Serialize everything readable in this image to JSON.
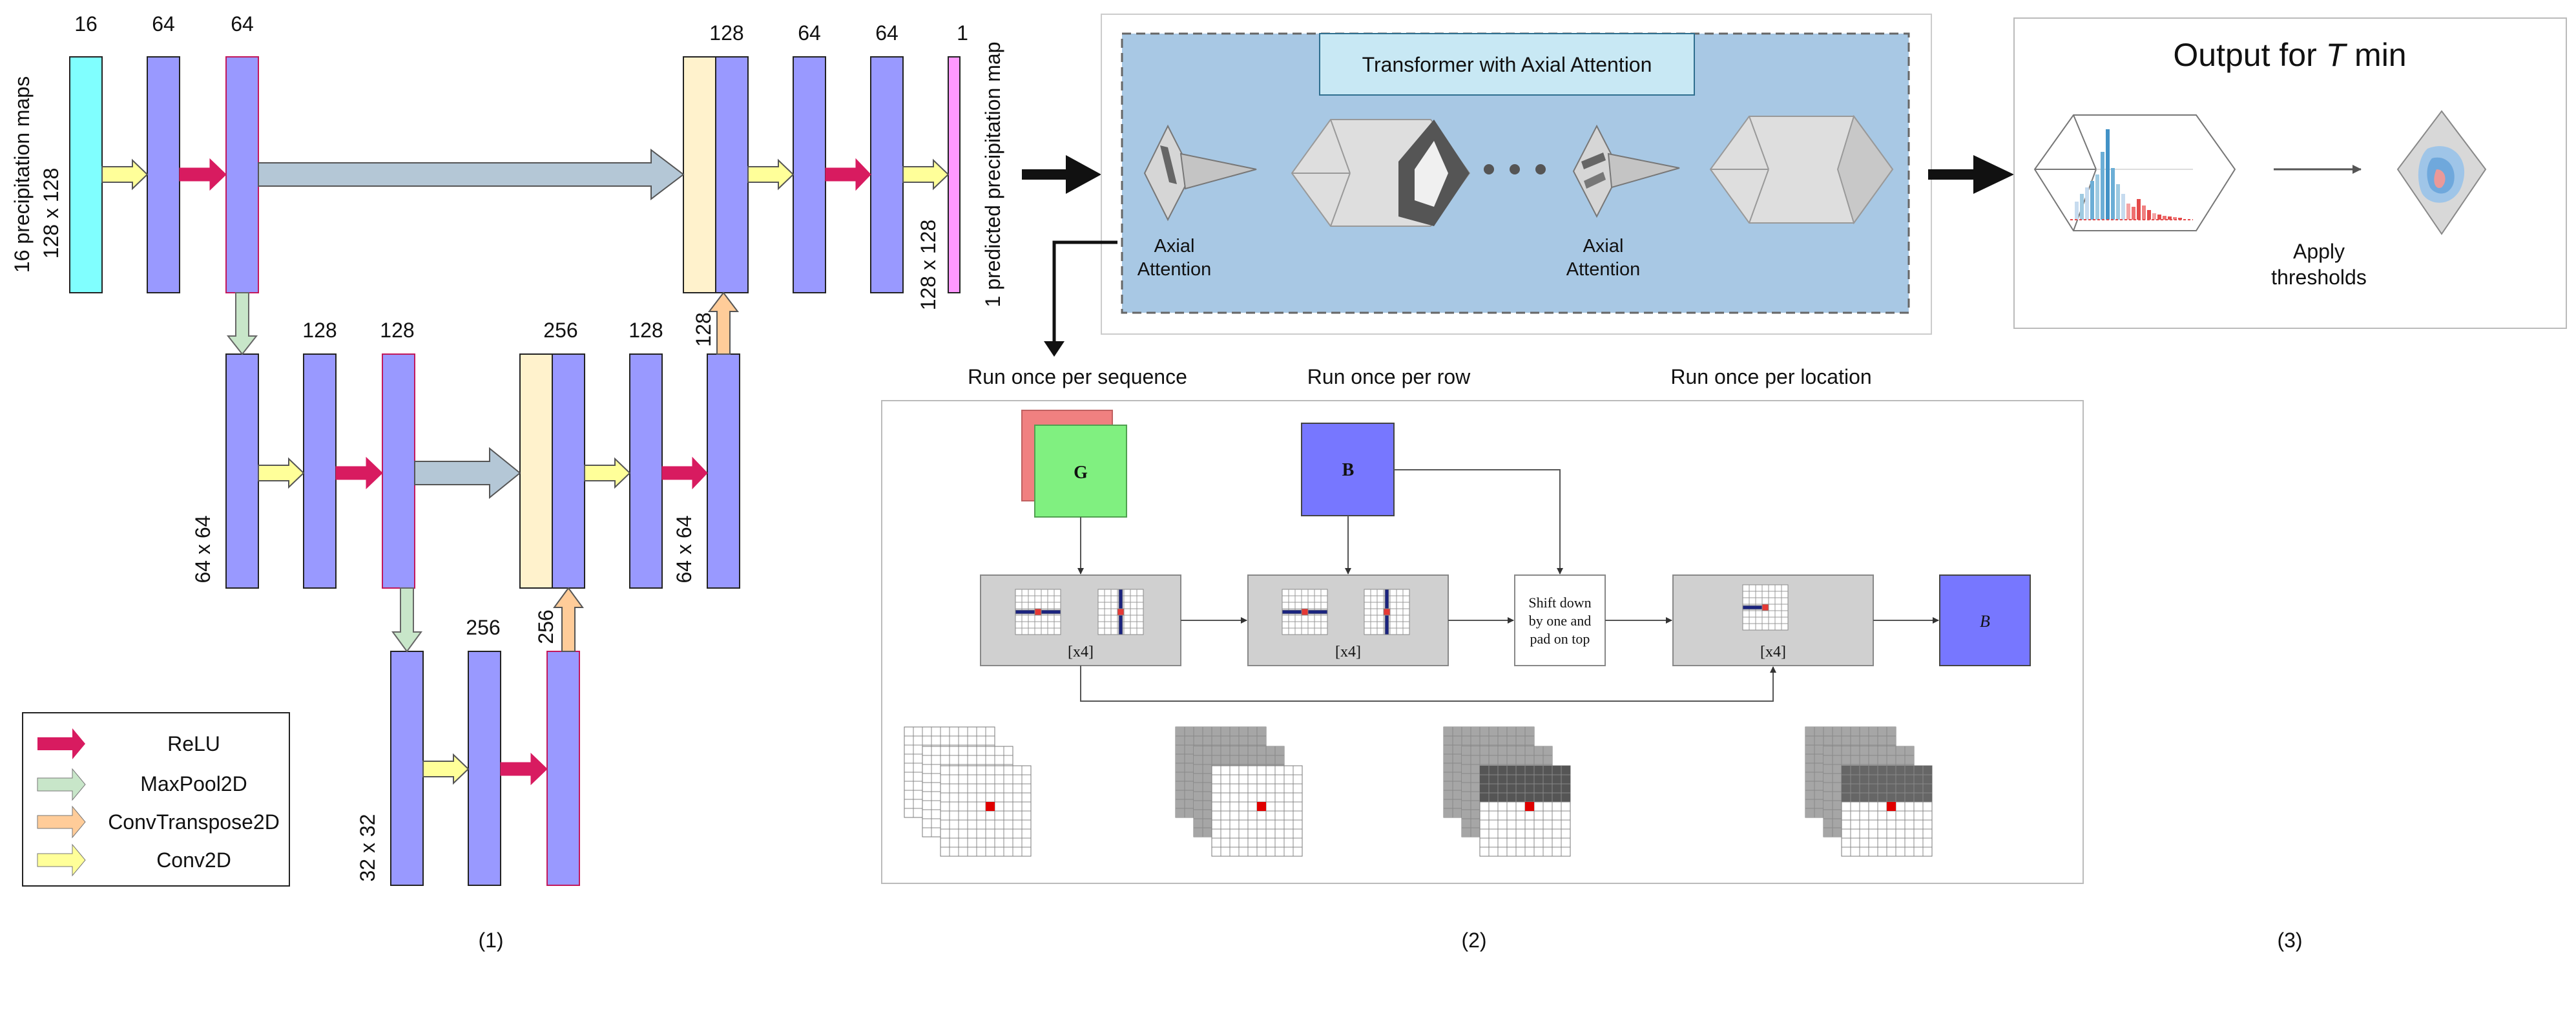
{
  "unet": {
    "top_row_channels": [
      "16",
      "64",
      "64",
      "128",
      "64",
      "64",
      "1"
    ],
    "mid_row_channels": [
      "128",
      "128",
      "256",
      "128"
    ],
    "mid_up_channel": "128",
    "bottom_row_channels": [
      "256"
    ],
    "bottom_up_channel": "256",
    "input_label_line1": "16 precipitation  maps",
    "input_label_line2": "128 x 128",
    "output_label_line1": "1 predicted precipitation  map",
    "output_label_line2": "128 x 128",
    "mid_res_left": "64 x 64",
    "mid_res_right": "64 x 64",
    "bottom_res": "32 x 32",
    "caption": "(1)"
  },
  "legend": {
    "items": [
      {
        "label": "ReLU",
        "color": "#d81b60"
      },
      {
        "label": "MaxPool2D",
        "color": "#c8e6c9"
      },
      {
        "label": "ConvTranspose2D",
        "color": "#ffcc99"
      },
      {
        "label": "Conv2D",
        "color": "#ffff99"
      }
    ]
  },
  "transformer": {
    "title": "Transformer with Axial Attention",
    "axial_left_line1": "Axial",
    "axial_left_line2": "Attention",
    "axial_right_line1": "Axial",
    "axial_right_line2": "Attention",
    "caption": "(2)"
  },
  "axial_detail": {
    "header_sequence": "Run once per sequence",
    "header_row": "Run once per row",
    "header_location": "Run once per location",
    "g_label": "G",
    "b_label": "B",
    "b_out_label": "B",
    "repeat_1": "[x4]",
    "repeat_2": "[x4]",
    "repeat_3": "[x4]",
    "shift_line1": "Shift down",
    "shift_line2": "by one and",
    "shift_line3": "pad on top"
  },
  "output": {
    "title_prefix": "Output for ",
    "title_var": "T",
    "title_suffix": " min",
    "apply_line1": "Apply",
    "apply_line2": "thresholds",
    "caption": "(3)"
  },
  "colors": {
    "conv_block": "#9999ff",
    "input_block": "#80ffff",
    "output_block": "#ff99ff",
    "skip_block": "#fff2cc",
    "relu": "#d81b60",
    "maxpool": "#c8e6c9",
    "convtranspose": "#ffcc99",
    "conv2d": "#ffff99",
    "skip_arrow": "#b4c7d6",
    "transformer_bg": "#a8c8e4",
    "title_box": "#c8e8f4"
  }
}
